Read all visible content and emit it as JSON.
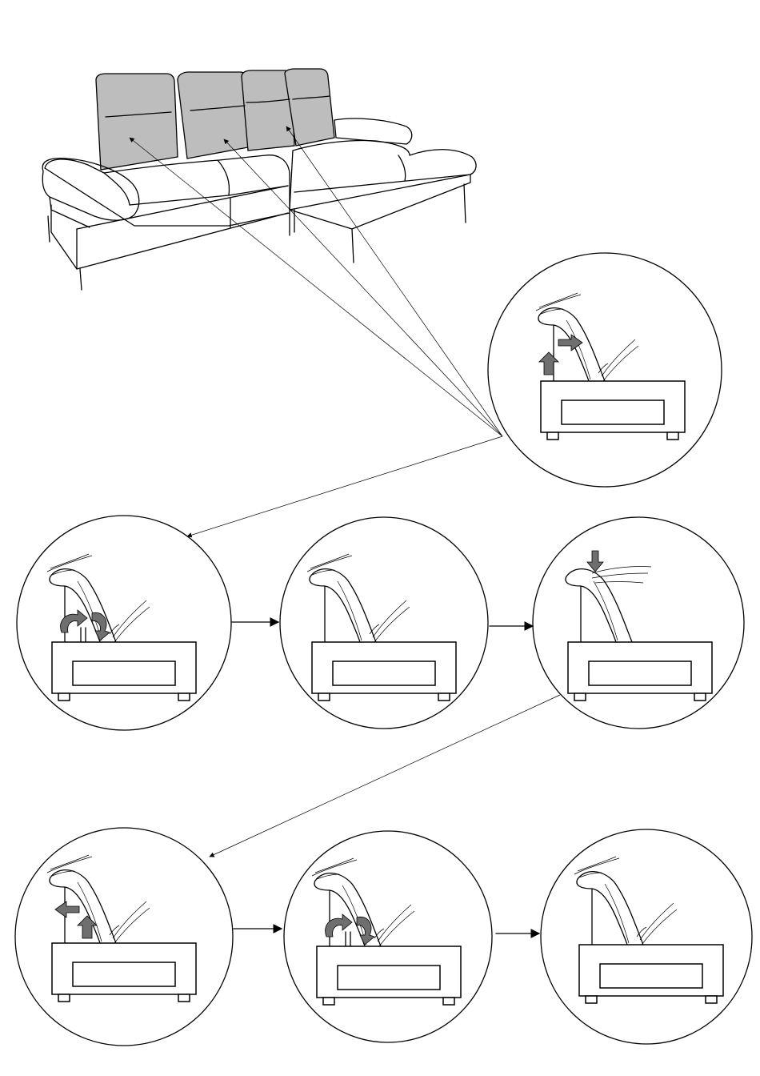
{
  "diagram": {
    "colors": {
      "line": "#000000",
      "cushion": "#bdbdbd",
      "arrow": "#6f6f6f",
      "background": "#ffffff"
    },
    "overview": {
      "subject": "sofa",
      "adjustable_headrests": 3
    },
    "steps": [
      {
        "id": 1,
        "action": [
          "lift-up-arrow",
          "pull-back-arrow"
        ]
      },
      {
        "id": 2,
        "action": [
          "rotate-headrest-arrows"
        ]
      },
      {
        "id": 3,
        "action": []
      },
      {
        "id": 4,
        "action": [
          "press-down-arrow"
        ]
      },
      {
        "id": 5,
        "action": [
          "lift-up-arrow",
          "push-forward-arrow"
        ]
      },
      {
        "id": 6,
        "action": [
          "rotate-headrest-arrows"
        ]
      },
      {
        "id": 7,
        "action": []
      }
    ]
  }
}
